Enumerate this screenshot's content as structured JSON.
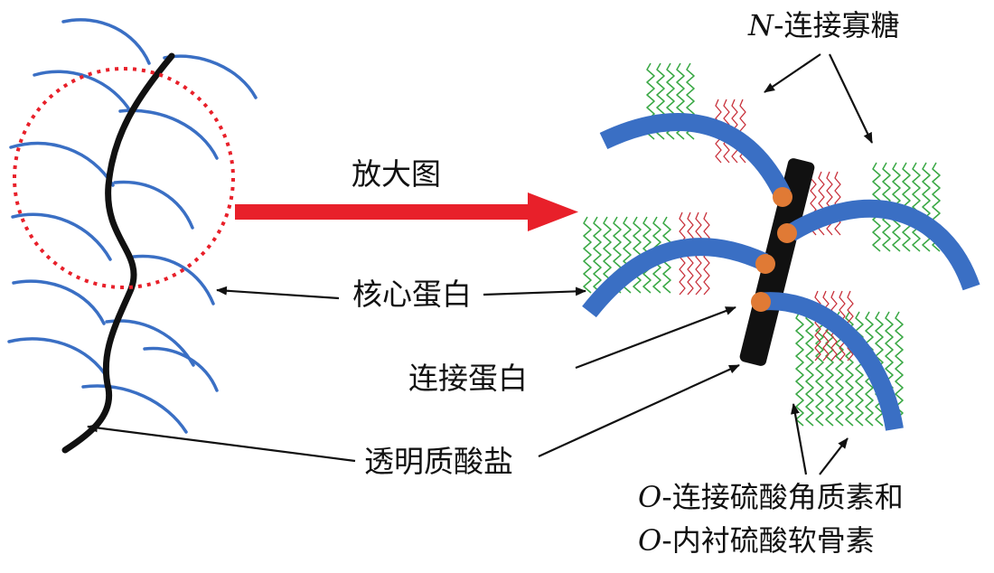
{
  "labels": {
    "zoom": "放大图",
    "core_protein": "核心蛋白",
    "link_protein": "连接蛋白",
    "hyaluronate": "透明质酸盐",
    "n_oligo_prefix": "N",
    "n_oligo_text": "-连接寡糖",
    "o_line1_prefix": "O",
    "o_line1_text": "-连接硫酸角质素和",
    "o_line2_prefix": "O",
    "o_line2_text": "-内衬硫酸软骨素"
  },
  "colors": {
    "core_protein": "#3a6fc4",
    "hyaluronate": "#111111",
    "zoom_arrow": "#e8202a",
    "zoom_circle": "#e8202a",
    "keratan_sulfate": "#3aa845",
    "oligosaccharide": "#c8303a",
    "link_protein": "#e07a35",
    "pointer": "#111111"
  },
  "icons": {
    "left": "proteoglycan-aggregate-overview",
    "right": "proteoglycan-aggregate-magnified"
  }
}
